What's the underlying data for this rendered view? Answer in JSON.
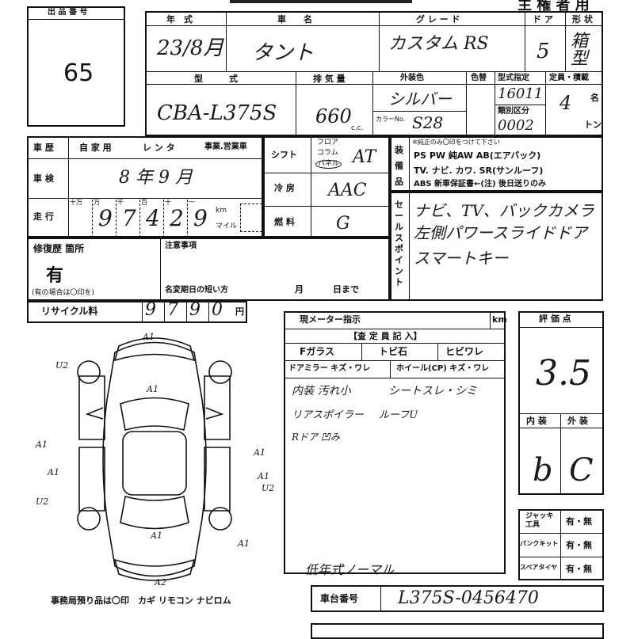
{
  "header": {
    "lot_label": "出 品 番 号",
    "lot_number": "65",
    "owner_label": "主 権 者 用"
  },
  "vehicle": {
    "year_label": "年　式",
    "year_value": "23/8月",
    "model_label": "車　　名",
    "model_value": "タント",
    "grade_label": "グ レ ー ド",
    "grade_value": "カスタム RS",
    "doors_label": "ド ア",
    "doors_value": "5",
    "shape_label": "形 状",
    "shape_value": "箱型",
    "type_label": "型　　　式",
    "type_value": "CBA-L375S",
    "displacement_label": "排 気 量",
    "displacement_value": "660",
    "displacement_unit": "c.c.",
    "color_label": "外装色",
    "color_value": "シルバー",
    "color_no_label": "カラーNo.",
    "color_no_value": "S28",
    "color_change_label": "色替",
    "designation_label": "型式指定",
    "designation_value": "16011",
    "category_label": "類別区分",
    "category_value": "0002",
    "capacity_label": "定員・積載",
    "capacity_value": "4",
    "capacity_unit": "名",
    "load_unit": "トン"
  },
  "history": {
    "label": "車 歴",
    "options": [
      "自 家 用",
      "レ ン タ",
      "事業.営業車"
    ],
    "inspection_label": "車 検",
    "inspection_value": "8 年 9 月",
    "mileage_label": "走 行",
    "mileage_units": [
      "十万",
      "万",
      "千",
      "百",
      "十",
      "一"
    ],
    "mileage_value": [
      "",
      "9",
      "7",
      "4",
      "2",
      "9"
    ],
    "km_label": "km",
    "mile_label": "マイル"
  },
  "transmission": {
    "shift_label": "シフト",
    "floor_label": "フロア",
    "column_label": "コラム",
    "panel_label": "パネル",
    "shift_value": "AT",
    "ac_label": "冷 房",
    "ac_value": "AAC",
    "fuel_label": "燃 料",
    "fuel_value": "G"
  },
  "equipment": {
    "label": "装備品",
    "note": "※純正のみ〇印をつけて下さい",
    "line1": "PS PW 純AW AB(エアバック)",
    "line2": "TV. ナビ. カワ. SR(サンルーフ)",
    "line3": "ABS 新車保証書←(注) 後日送りのみ"
  },
  "sales_points": {
    "label": "セールスポイント",
    "line1": "ナビ、TV、バックカメラ",
    "line2": "左側パワースライドドア",
    "line3": "スマートキー"
  },
  "repair": {
    "label": "修復歴 箇所",
    "value": "有",
    "note": "(有の場合は〇印を)",
    "caution_label": "注意事項",
    "name_change_label": "名変期日の短い方",
    "month_label": "月",
    "day_label": "日まで"
  },
  "recycle": {
    "label": "リサイクル料",
    "digits": [
      "9",
      "7",
      "9",
      "0"
    ],
    "unit": "円"
  },
  "inspector": {
    "meter_label": "現メーター指示",
    "meter_unit": "km",
    "section_label": "【査 定 員 記 入】",
    "fglass_label": "Fガラス",
    "crack_label": "トビ石",
    "hibi_label": "ヒビワレ",
    "mirror_label": "ドアミラー キズ・ワレ",
    "wheel_label": "ホイール(CP) キズ・ワレ",
    "note1a": "内装 汚れ小",
    "note1b": "シートスレ・シミ",
    "note2a": "リアスポイラー",
    "note2b": "ルーフU",
    "note3": "Rドア 凹み",
    "note4": "低年式ノーマル"
  },
  "score": {
    "label": "評 価 点",
    "value": "3.5",
    "interior_label": "内 装",
    "interior_value": "b",
    "exterior_label": "外 装",
    "exterior_value": "C"
  },
  "accessories": {
    "jack_label": "ジャッキ工具",
    "puncture_label": "パンクキット",
    "spare_label": "スペアタイヤ",
    "option": "有・無"
  },
  "frame": {
    "label": "車台番号",
    "value": "L375S-0456470"
  },
  "diagram": {
    "marks": [
      "A1",
      "A1",
      "U2",
      "A1",
      "A1",
      "A1",
      "A1",
      "U2",
      "A1",
      "A1",
      "A2",
      "U2"
    ],
    "footer": "事務局預り品は〇印　カギ リモコン ナビロム"
  }
}
